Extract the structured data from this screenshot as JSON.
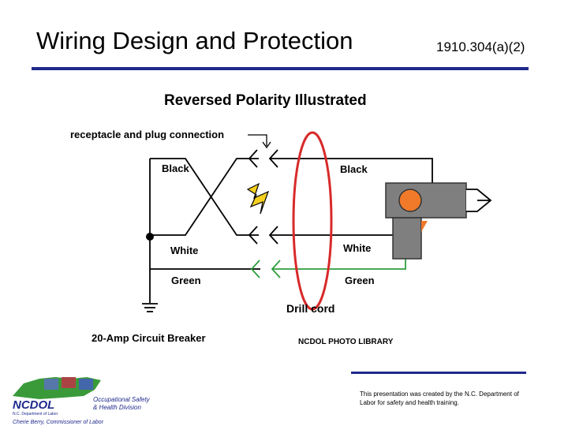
{
  "header": {
    "title": "Wiring Design and Protection",
    "standard_ref": "1910.304(a)(2)"
  },
  "diagram": {
    "heading": "Reversed Polarity Illustrated",
    "connection_label": "receptacle and plug connection",
    "left_black": "Black",
    "left_white": "White",
    "left_green": "Green",
    "right_black": "Black",
    "right_white": "White",
    "right_green": "Green",
    "cord_label": "Drill cord",
    "breaker_label": "20-Amp Circuit Breaker",
    "photo_credit": "NCDOL PHOTO LIBRARY",
    "colors": {
      "wire": "#000000",
      "ground_wire": "#2e9e3e",
      "cord_loop": "#d82a2a",
      "drill_body": "#7f7f7f",
      "drill_button": "#f07a2a",
      "spark": "#f5d020"
    }
  },
  "footer": {
    "note": "This presentation was created by the N.C. Department of Labor for safety and health training.",
    "logo": {
      "brand": "NCDOL",
      "dept": "N.C. Department of Labor",
      "division_line1": "Occupational Safety",
      "division_line2": "& Health Division",
      "commissioner": "Cherie Berry, Commissioner of Labor"
    }
  }
}
